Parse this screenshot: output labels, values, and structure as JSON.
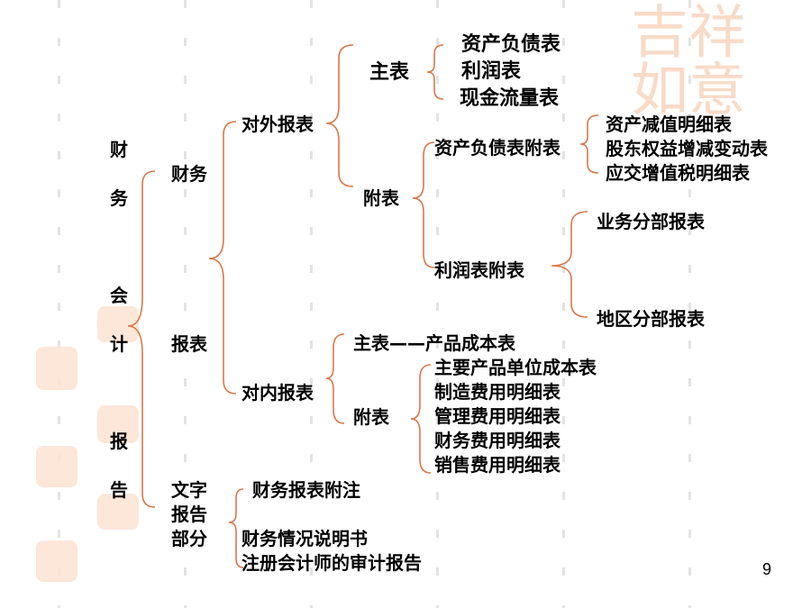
{
  "colors": {
    "bracket": "#d9784a",
    "grid": "#e3e3e3",
    "stamp": "#f6cdb0"
  },
  "title_chars": [
    "财",
    "务",
    "会",
    "计",
    "报",
    "告"
  ],
  "level1": {
    "finance_a": "财务",
    "finance_b": "报表",
    "text_a": "文字",
    "text_b": "报告",
    "text_c": "部分"
  },
  "external": {
    "label": "对外报表",
    "main_label": "主表",
    "main_items": [
      "资产负债表",
      "利润表",
      "现金流量表"
    ],
    "appendix_label": "附表",
    "bs_appendix_label": "资产负债表附表",
    "bs_appendix_items": [
      "资产减值明细表",
      "股东权益增减变动表",
      "应交增值税明细表"
    ],
    "is_appendix_label": "利润表附表",
    "is_appendix_items": [
      "业务分部报表",
      "地区分部报表"
    ]
  },
  "internal": {
    "label": "对内报表",
    "main_line": "主表——产品成本表",
    "appendix_label": "附表",
    "appendix_items": [
      "主要产品单位成本表",
      "制造费用明细表",
      "管理费用明细表",
      "财务费用明细表",
      "销售费用明细表"
    ]
  },
  "text_report": {
    "items": [
      "财务报表附注",
      "财务情况说明书",
      "注册会计师的审计报告"
    ]
  },
  "page_number": "9"
}
